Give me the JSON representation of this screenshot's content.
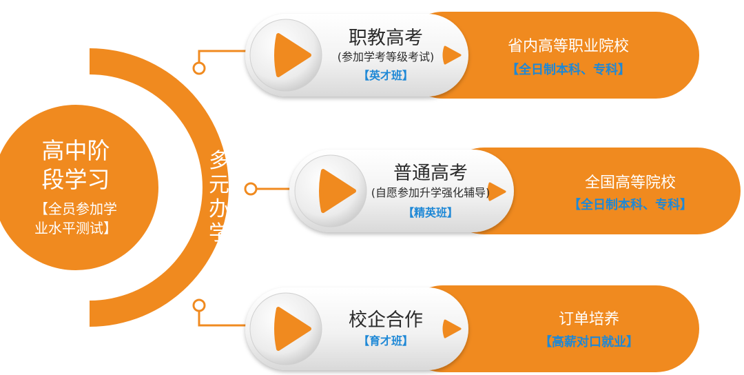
{
  "colors": {
    "orange": "#f08a1f",
    "blue": "#1e88d6",
    "connector": "#f08a1f"
  },
  "hub": {
    "title_line1": "高中阶",
    "title_line2": "段学习",
    "note_line1": "【全员参加学",
    "note_line2": "业水平测试】"
  },
  "arc": {
    "label_chars": [
      "多",
      "元",
      "办",
      "学"
    ]
  },
  "branches": [
    {
      "title": "职教高考",
      "subtitle": "(参加学考等级考试)",
      "badge": "【英才班】",
      "play_icon": "play-icon",
      "dest_title": "省内高等职业院校",
      "dest_note": "【全日制本科、专科】"
    },
    {
      "title": "普通高考",
      "subtitle": "(自愿参加升学强化辅导)",
      "badge": "【精英班】",
      "play_icon": "play-icon",
      "dest_title": "全国高等院校",
      "dest_note": "【全日制本科、专科】"
    },
    {
      "title": "校企合作",
      "subtitle": "",
      "badge": "【育才班】",
      "play_icon": "play-icon",
      "dest_title": "订单培养",
      "dest_note": "【高薪对口就业】"
    }
  ]
}
